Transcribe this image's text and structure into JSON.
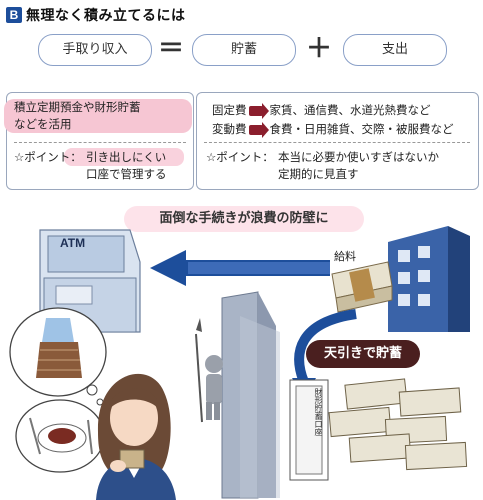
{
  "header": {
    "badge": "B",
    "title": "無理なく積み立てるには"
  },
  "equation": {
    "income": "手取り収入",
    "equals": "＝",
    "savings": "貯蓄",
    "plus": "＋",
    "expenses": "支出"
  },
  "left_panel": {
    "line1": "積立定期預金や財形貯蓄",
    "line2": "などを活用",
    "point_label": "☆ポイント：",
    "point_line1": "引き出しにくい",
    "point_line2": "口座で管理する"
  },
  "right_panel": {
    "fixed_label": "固定費",
    "fixed_items": "家賃、通信費、水道光熱費など",
    "variable_label": "変動費",
    "variable_items": "食費・日用雑貨、交際・被服費など",
    "point_label": "☆ポイント：",
    "point_line1": "本当に必要か使いすぎはないか",
    "point_line2": "定期的に見直す"
  },
  "illustration": {
    "callout": "面倒な手続きが浪費の防壁に",
    "atm_label": "ATM",
    "salary_label": "給料",
    "tenbiki": "天引きで貯蓄",
    "sign": "財形貯蓄口座"
  },
  "colors": {
    "navy": "#1d4e9b",
    "pink": "#f6c6d3",
    "maroon": "#8b1e2d",
    "wall": "#9aa6b8"
  }
}
